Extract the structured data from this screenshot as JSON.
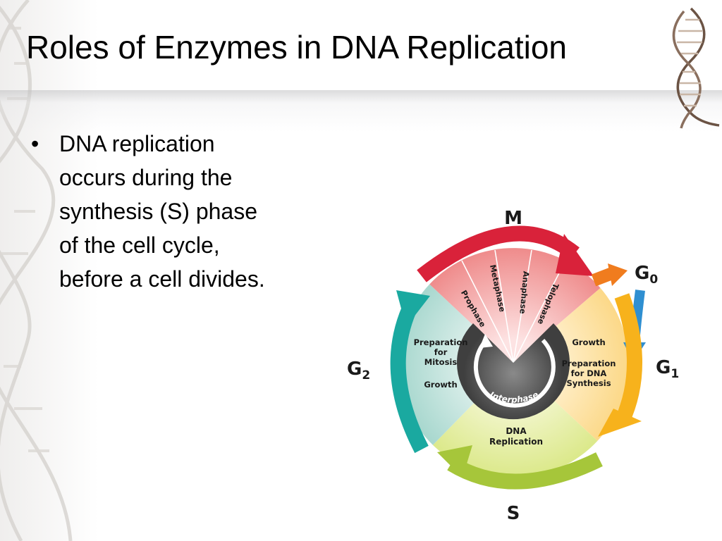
{
  "slide": {
    "title": "Roles of Enzymes in DNA Replication",
    "bullets": [
      {
        "lines": [
          "DNA replication",
          "occurs during the",
          "synthesis (S) phase",
          "of the cell cycle,",
          "before a cell divides."
        ]
      }
    ]
  },
  "diagram": {
    "stage_labels": {
      "m": "M",
      "g0_main": "G",
      "g0_sub": "0",
      "g1_main": "G",
      "g1_sub": "1",
      "g2_main": "G",
      "g2_sub": "2",
      "s": "S"
    },
    "mitosis_phases": [
      "Prophase",
      "Metaphase",
      "Anaphase",
      "Telophase"
    ],
    "g2_text": [
      "Preparation",
      "for",
      "Mitosis",
      "Growth"
    ],
    "g1_text": [
      "Growth",
      "Preparation",
      "for DNA",
      "Synthesis"
    ],
    "s_text": [
      "DNA",
      "Replication"
    ],
    "center_label": "Interphase",
    "colors": {
      "mitosis_arrow": "#d9223a",
      "mitosis_wedge": "#f29a9a",
      "g0_arrow": "#f07c1e",
      "g0_down_arrow": "#2f8fd1",
      "g1_arrow": "#f7b21c",
      "g1_fill": "#fde0a0",
      "s_arrow": "#a6c63a",
      "s_fill": "#e6ef9c",
      "g2_arrow": "#1aa9a0",
      "g2_fill": "#bfe3dc",
      "center": "#555555"
    }
  }
}
